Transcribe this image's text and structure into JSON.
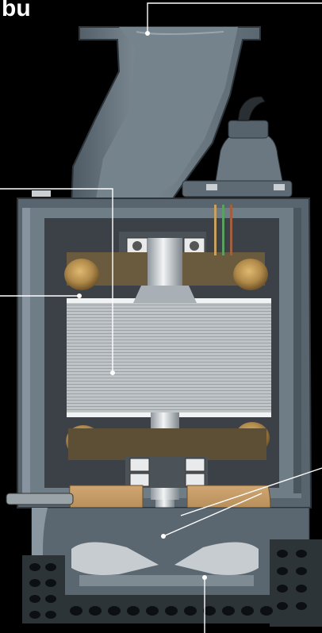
{
  "header": {
    "partial_title": "bu"
  },
  "colors": {
    "background": "#000000",
    "housing": "#6d7b85",
    "housing_dark": "#3f4a52",
    "housing_light": "#9aa6ae",
    "stator_core": "#c4c9cc",
    "rotor_shaft": "#d4d8db",
    "winding": "#b08a4a",
    "oil_chamber": "#b89060",
    "leader_line": "#ffffff"
  },
  "components": [
    {
      "id": "discharge-outlet",
      "icon": "pipe-elbow"
    },
    {
      "id": "cable-entry",
      "icon": "cable-gland"
    },
    {
      "id": "motor-housing",
      "icon": "housing"
    },
    {
      "id": "stator",
      "icon": "stator-core"
    },
    {
      "id": "stator-windings",
      "icon": "coil"
    },
    {
      "id": "rotor-shaft",
      "icon": "shaft"
    },
    {
      "id": "upper-bearing",
      "icon": "bearing"
    },
    {
      "id": "lower-bearings",
      "icon": "bearing"
    },
    {
      "id": "oil-chamber",
      "icon": "oil-chamber"
    },
    {
      "id": "mechanical-seal",
      "icon": "seal"
    },
    {
      "id": "impeller",
      "icon": "impeller"
    },
    {
      "id": "strainer",
      "icon": "strainer-grid"
    }
  ]
}
